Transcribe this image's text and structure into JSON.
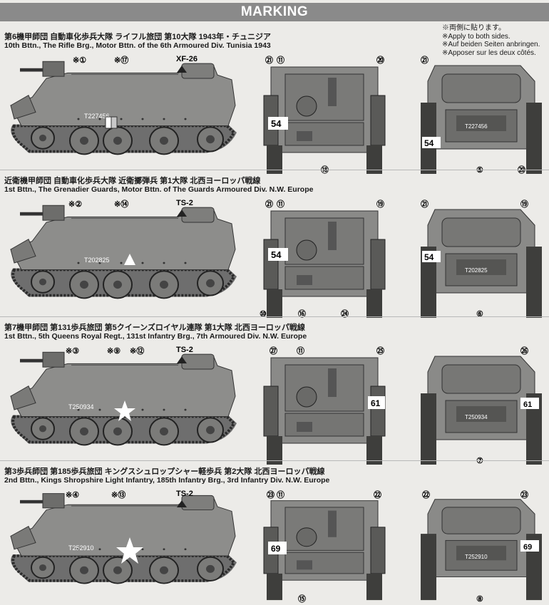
{
  "header": {
    "title": "MARKING"
  },
  "notes": [
    "※両側に貼ります。",
    "※Apply to both sides.",
    "※Auf beiden Seiten anbringen.",
    "※Apposer sur les deux côtés."
  ],
  "sections": [
    {
      "jp": "第6機甲師団 自動車化歩兵大隊 ライフル旅団 第10大隊 1943年・チュニジア",
      "en": "10th Bttn., The Rifle Brg., Motor Bttn. of the 6th Armoured Div. Tunisia 1943",
      "side_refs": [
        "※①",
        "※⑰"
      ],
      "paint": "XF-26",
      "serial": "T227456",
      "hull_number": "54",
      "rear_refs": [
        "㉑",
        "⑪",
        "⑳",
        "⑱"
      ],
      "front_refs": [
        "㉑",
        "⑤",
        "⑳"
      ]
    },
    {
      "jp": "近衛機甲師団 自動車化歩兵大隊 近衛擲弾兵 第1大隊 北西ヨーロッパ戦線",
      "en": "1st Bttn., The Grenadier Guards, Motor Bttn. of The Guards Armoured Div. N.W. Europe",
      "side_refs": [
        "※②",
        "※⑭"
      ],
      "paint": "TS-2",
      "serial": "T202825",
      "hull_number": "54",
      "rear_refs": [
        "㉑",
        "⑪",
        "⑲",
        "⑩",
        "⑯",
        "㉔"
      ],
      "front_refs": [
        "㉑",
        "⑲",
        "⑥"
      ]
    },
    {
      "jp": "第7機甲師団 第131歩兵旅団 第5クイーンズロイヤル連隊 第1大隊 北西ヨーロッパ戦線",
      "en": "1st Bttn., 5th Queens Royal Regt., 131st Infantry Brg., 7th Armoured Div. N.W. Europe",
      "side_refs": [
        "※③",
        "※⑨",
        "※⑫"
      ],
      "paint": "TS-2",
      "serial": "T250934",
      "hull_number": "61",
      "rear_refs": [
        "㉗",
        "⑪",
        "㉕"
      ],
      "front_refs": [
        "㉖",
        "⑦"
      ]
    },
    {
      "jp": "第3歩兵師団 第185歩兵旅団 キングスシュロップシャー軽歩兵 第2大隊 北西ヨーロッパ戦線",
      "en": "2nd Bttn., Kings Shropshire Light Infantry, 185th Infantry Brg., 3rd Infantry Div. N.W. Europe",
      "side_refs": [
        "※④",
        "※⑬"
      ],
      "paint": "TS-2",
      "serial": "T252910",
      "hull_number": "69",
      "rear_refs": [
        "㉓",
        "⑪",
        "㉒",
        "⑮"
      ],
      "front_refs": [
        "㉒",
        "㉓",
        "⑧"
      ]
    }
  ]
}
